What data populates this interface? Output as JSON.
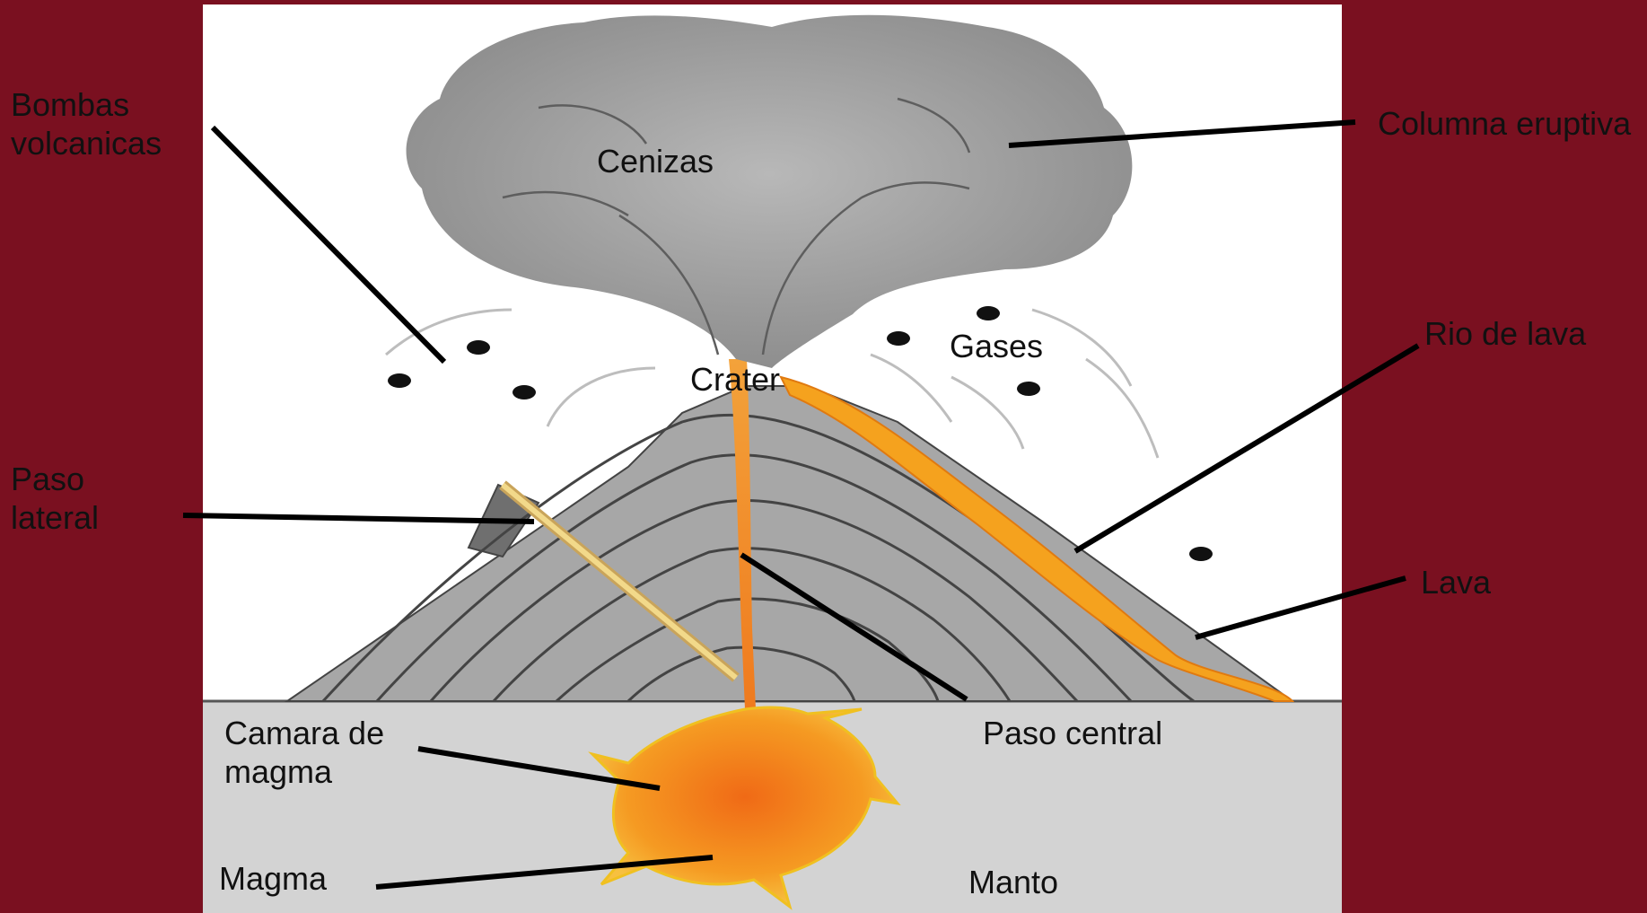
{
  "colors": {
    "background": "#7a1020",
    "panel": "#ffffff",
    "ground": "#d2d2d2",
    "cone": "#a9a9a9",
    "lava": "#f39a1e",
    "lava_core": "#f06a16",
    "cloud": "#9a9a9a",
    "leader_line": "#000000"
  },
  "labels": {
    "bombas_1": "Bombas",
    "bombas_2": "volcanicas",
    "paso_lateral_1": "Paso",
    "paso_lateral_2": "lateral",
    "cenizas": "Cenizas",
    "columna_eruptiva": "Columna eruptiva",
    "gases": "Gases",
    "crater": "Crater",
    "rio_de_lava": "Rio de lava",
    "lava": "Lava",
    "paso_central": "Paso central",
    "camara_1": "Camara de",
    "camara_2": "magma",
    "magma": "Magma",
    "manto": "Manto"
  }
}
